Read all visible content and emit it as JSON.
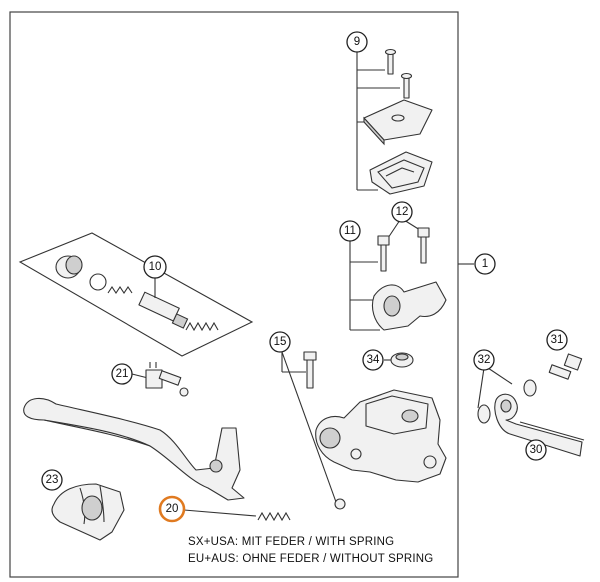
{
  "callouts": {
    "c1": "1",
    "c9": "9",
    "c10": "10",
    "c11": "11",
    "c12": "12",
    "c15": "15",
    "c20": "20",
    "c21": "21",
    "c23": "23",
    "c30": "30",
    "c31": "31",
    "c32": "32",
    "c34": "34"
  },
  "notes": {
    "line1": "SX+USA:  MIT FEDER / WITH SPRING",
    "line2": "EU+AUS:  OHNE FEDER / WITHOUT SPRING"
  },
  "highlight_color": "#e07a20"
}
